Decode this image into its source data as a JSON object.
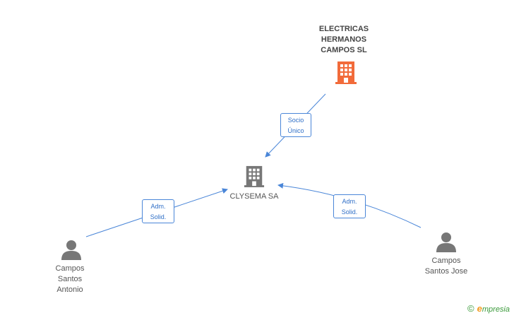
{
  "nodes": {
    "parent_company": {
      "name_lines": [
        "ELECTRICAS",
        "HERMANOS",
        "CAMPOS SL"
      ],
      "color": "#f26b3a"
    },
    "main_company": {
      "name": "CLYSEMA SA",
      "color": "#777777"
    },
    "person_left": {
      "name_lines": [
        "Campos",
        "Santos",
        "Antonio"
      ],
      "color": "#777777"
    },
    "person_right": {
      "name_lines": [
        "Campos",
        "Santos Jose"
      ],
      "color": "#777777"
    }
  },
  "relations": {
    "socio_unico": {
      "lines": [
        "Socio",
        "Único"
      ]
    },
    "adm_left": {
      "lines": [
        "Adm.",
        "Solid."
      ]
    },
    "adm_right": {
      "lines": [
        "Adm.",
        "Solid."
      ]
    }
  },
  "edge_color": "#4a86d8",
  "watermark": {
    "copyright": "©",
    "brand_initial": "e",
    "brand_rest": "mpresia"
  }
}
